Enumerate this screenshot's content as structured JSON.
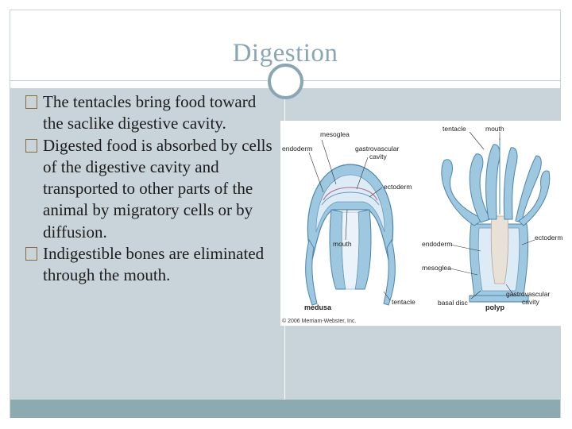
{
  "slide": {
    "title": "Digestion",
    "bullets": [
      "The tentacles bring food toward the saclike digestive cavity.",
      "Digested food is absorbed by cells of the digestive cavity and transported to other parts of the animal by migratory cells or by diffusion.",
      "Indigestible bones are eliminated through the mouth."
    ]
  },
  "figure": {
    "medusa": {
      "caption": "medusa",
      "labels": {
        "mesoglea": "mesoglea",
        "endoderm": "endoderm",
        "gastrovascular_1": "gastrovascular",
        "gastrovascular_2": "cavity",
        "ectoderm": "ectoderm",
        "mouth": "mouth",
        "tentacle": "tentacle"
      }
    },
    "polyp": {
      "caption": "polyp",
      "labels": {
        "tentacle": "tentacle",
        "mouth": "mouth",
        "endoderm": "endoderm",
        "ectoderm": "ectoderm",
        "mesoglea": "mesoglea",
        "gastrovascular_1": "gastrovascular",
        "gastrovascular_2": "cavity",
        "basal_disc": "basal disc"
      }
    },
    "copyright": "© 2006 Merriam-Webster, Inc."
  },
  "colors": {
    "title": "#8aa5b4",
    "content_bg": "#c8d3da",
    "footer_bg": "#8caab0",
    "bullet_box": "#8a6d3b",
    "tissue_blue": "#9ec7e0",
    "tissue_light": "#dcebf5"
  }
}
